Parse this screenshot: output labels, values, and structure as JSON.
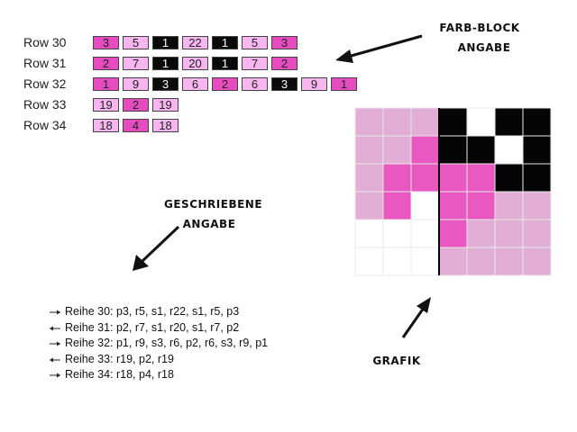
{
  "colors": {
    "light": "#f7b6f0",
    "medium": "#e64cc0",
    "dark": "#0a0a0a",
    "grid_light": "#e3aed5",
    "grid_medium": "#e858c0",
    "grid_dark": "#050505",
    "white": "#ffffff"
  },
  "block_rows": [
    {
      "label": "Row 30",
      "cells": [
        {
          "v": "3",
          "c": "medium"
        },
        {
          "v": "5",
          "c": "light"
        },
        {
          "v": "1",
          "c": "dark"
        },
        {
          "v": "22",
          "c": "light"
        },
        {
          "v": "1",
          "c": "dark"
        },
        {
          "v": "5",
          "c": "light"
        },
        {
          "v": "3",
          "c": "medium"
        }
      ]
    },
    {
      "label": "Row 31",
      "cells": [
        {
          "v": "2",
          "c": "medium"
        },
        {
          "v": "7",
          "c": "light"
        },
        {
          "v": "1",
          "c": "dark"
        },
        {
          "v": "20",
          "c": "light"
        },
        {
          "v": "1",
          "c": "dark"
        },
        {
          "v": "7",
          "c": "light"
        },
        {
          "v": "2",
          "c": "medium"
        }
      ]
    },
    {
      "label": "Row 32",
      "cells": [
        {
          "v": "1",
          "c": "medium"
        },
        {
          "v": "9",
          "c": "light"
        },
        {
          "v": "3",
          "c": "dark"
        },
        {
          "v": "6",
          "c": "light"
        },
        {
          "v": "2",
          "c": "medium"
        },
        {
          "v": "6",
          "c": "light"
        },
        {
          "v": "3",
          "c": "dark"
        },
        {
          "v": "9",
          "c": "light"
        },
        {
          "v": "1",
          "c": "medium"
        }
      ]
    },
    {
      "label": "Row 33",
      "cells": [
        {
          "v": "19",
          "c": "light"
        },
        {
          "v": "2",
          "c": "medium"
        },
        {
          "v": "19",
          "c": "light"
        }
      ]
    },
    {
      "label": "Row 34",
      "cells": [
        {
          "v": "18",
          "c": "light"
        },
        {
          "v": "4",
          "c": "medium"
        },
        {
          "v": "18",
          "c": "light"
        }
      ]
    }
  ],
  "labels": {
    "farb_block_line1": "FARB-BLOCK",
    "farb_block_line2": "ANGABE",
    "geschriebene_line1": "GESCHRIEBENE",
    "geschriebene_line2": "ANGABE",
    "grafik": "GRAFIK"
  },
  "written_rows": [
    {
      "text": "Reihe 30: p3, r5, s1, r22, s1, r5, p3",
      "direction": "right"
    },
    {
      "text": "Reihe 31: p2, r7, s1, r20, s1, r7, p2",
      "direction": "left"
    },
    {
      "text": "Reihe 32: p1, r9, s3, r6, p2, r6, s3, r9, p1",
      "direction": "right"
    },
    {
      "text": "Reihe 33: r19, p2, r19",
      "direction": "left"
    },
    {
      "text": "Reihe 34: r18, p4, r18",
      "direction": "right"
    }
  ],
  "grid": {
    "rows": [
      [
        "L",
        "L",
        "L",
        "D",
        "W",
        "D",
        "D"
      ],
      [
        "L",
        "L",
        "M",
        "D",
        "D",
        "W",
        "D"
      ],
      [
        "L",
        "M",
        "M",
        "M",
        "M",
        "D",
        "D"
      ],
      [
        "L",
        "M",
        "W",
        "M",
        "M",
        "L",
        "L"
      ],
      [
        "W",
        "W",
        "W",
        "M",
        "L",
        "L",
        "L"
      ],
      [
        "W",
        "W",
        "W",
        "L",
        "L",
        "L",
        "L"
      ]
    ]
  }
}
